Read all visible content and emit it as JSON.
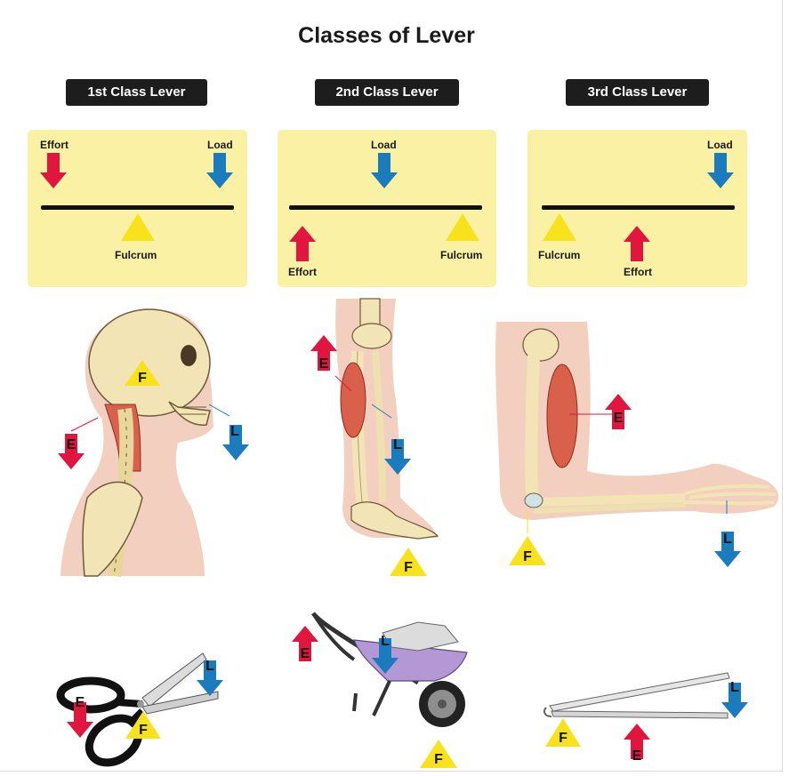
{
  "title": "Classes of Lever",
  "classes": [
    {
      "heading": "1st Class Lever",
      "effort": "Effort",
      "load": "Load",
      "fulcrum": "Fulcrum"
    },
    {
      "heading": "2nd Class Lever",
      "effort": "Effort",
      "load": "Load",
      "fulcrum": "Fulcrum"
    },
    {
      "heading": "3rd Class Lever",
      "effort": "Effort",
      "load": "Load",
      "fulcrum": "Fulcrum"
    }
  ],
  "markers": {
    "effort": "E",
    "load": "L",
    "fulcrum": "F"
  },
  "colors": {
    "effort": "#e0163f",
    "load": "#1a7bbd",
    "fulcrum": "#f7e21c",
    "panel": "#fbf1a4",
    "skin": "#f3cfc0",
    "bone": "#f3e4b5",
    "muscle": "#d9604a"
  }
}
